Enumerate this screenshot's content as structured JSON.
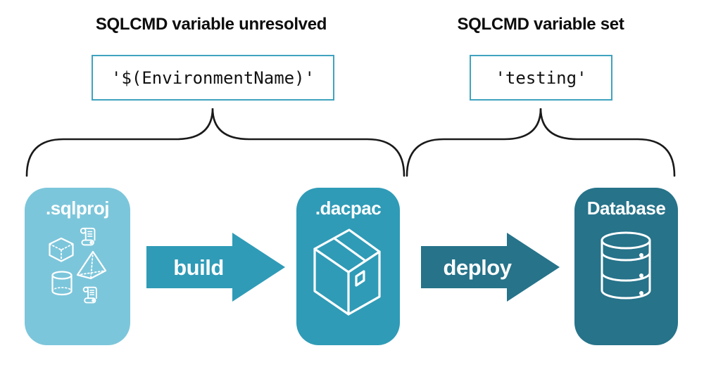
{
  "header": {
    "left": {
      "title": "SQLCMD variable unresolved",
      "value": "'$(EnvironmentName)'"
    },
    "right": {
      "title": "SQLCMD variable set",
      "value": "'testing'"
    }
  },
  "pipeline": {
    "stages": [
      {
        "label": ".sqlproj",
        "color": "#7CC6DB",
        "icon": "sql-objects-icon"
      },
      {
        "label": ".dacpac",
        "color": "#2F9BB7",
        "icon": "package-icon"
      },
      {
        "label": "Database",
        "color": "#26738A",
        "icon": "database-icon"
      }
    ],
    "arrows": [
      {
        "label": "build",
        "color": "#2F9BB7"
      },
      {
        "label": "deploy",
        "color": "#26738A"
      }
    ]
  },
  "colors": {
    "code_box_border": "#3FA3BF",
    "title_text": "#0D0D0D",
    "brace": "#1A1A1A",
    "icon_stroke": "#FFFFFF"
  }
}
